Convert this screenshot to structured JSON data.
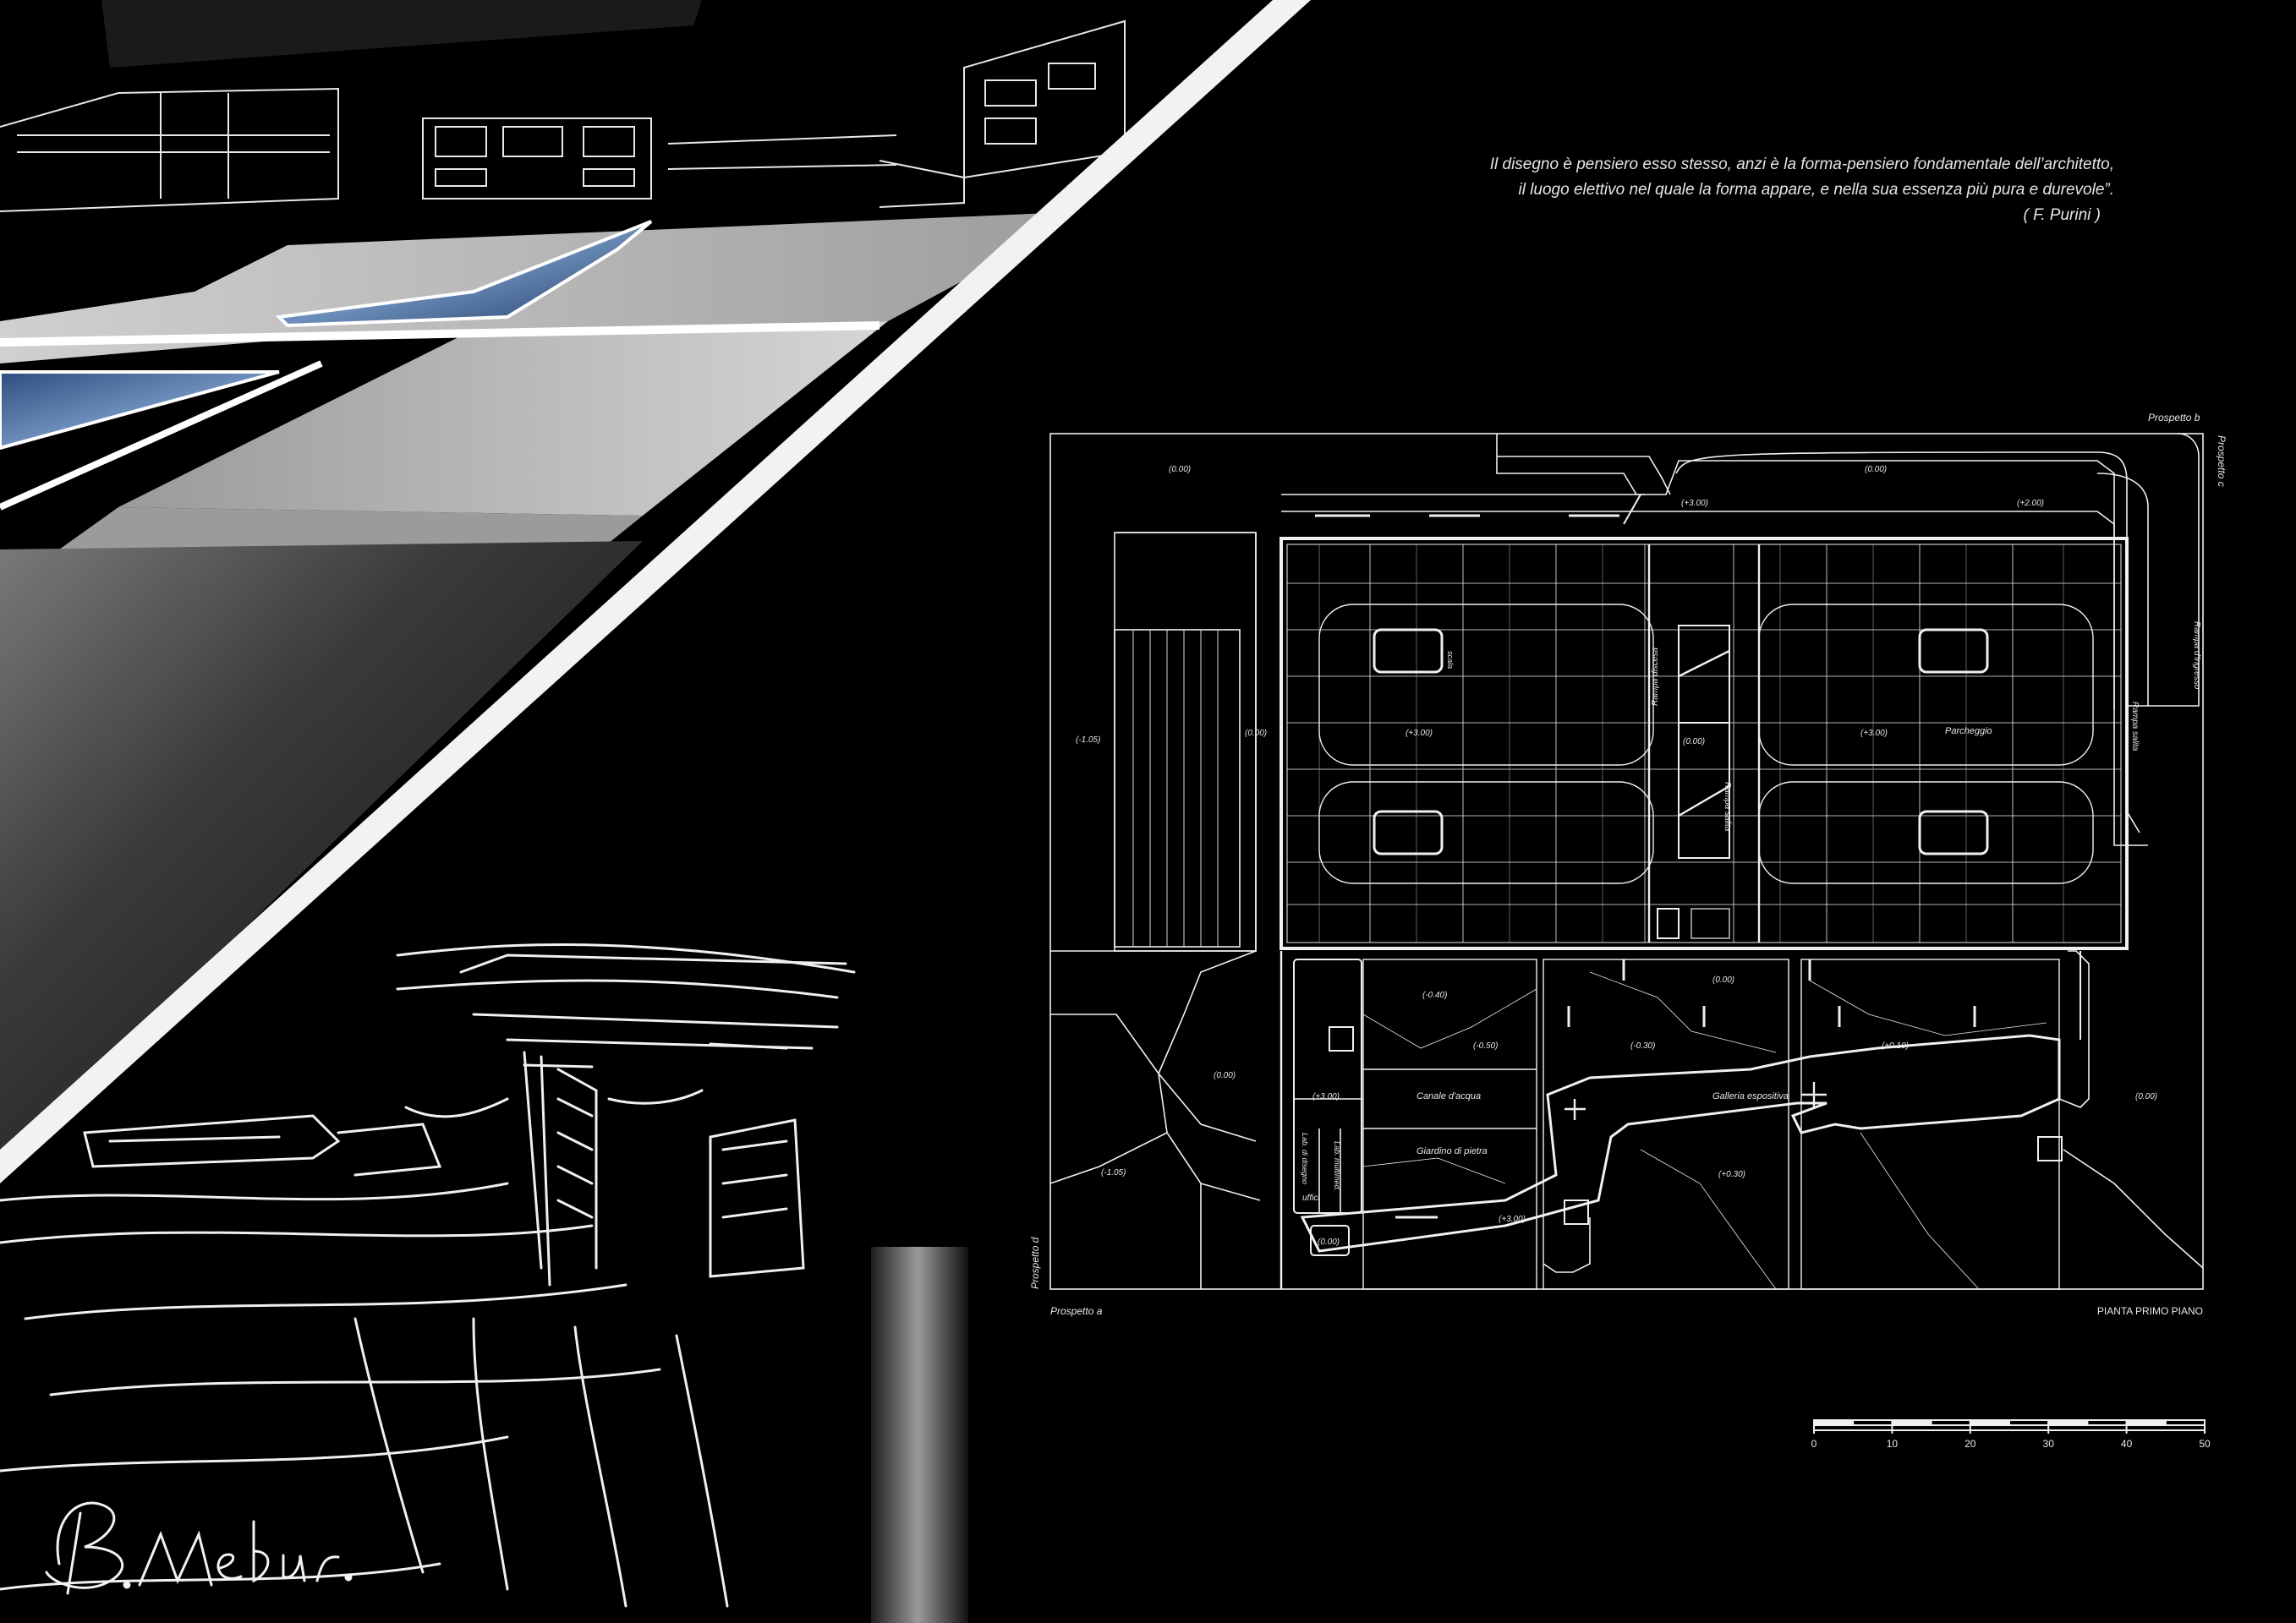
{
  "quote": {
    "line1": "Il disegno è pensiero esso stesso, anzi è la forma-pensiero fondamentale dell’architetto,",
    "line2": "il luogo elettivo nel quale la forma appare, e nella sua essenza  più pura e durevole”.",
    "author": "( F. Purini )"
  },
  "plan": {
    "title": "PIANTA PRIMO PIANO",
    "views": {
      "a": "Prospetto a",
      "b": "Prospetto b",
      "c": "Prospetto c",
      "d": "Prospetto d"
    },
    "rooms": {
      "parcheggio": "Parcheggio",
      "rampa_ingresso": "Rampa d'ingresso",
      "rampa_salita_right": "Rampa salita",
      "rampa_discesa": "Rampa discesa",
      "rampa_salita_center": "Rampa salita",
      "canale": "Canale d'acqua",
      "giardino": "Giardino di pietra",
      "galleria": "Galleria espositiva",
      "uffici": "uffici",
      "lab_multimedia": "Lab. multimed.",
      "lab_disegno": "Lab. di disegno",
      "scala": "scala"
    },
    "levels": {
      "top_left": "(0.00)",
      "top_right": "(0.00)",
      "ramp_left": "(+3.00)",
      "ramp_right": "(+2.00)",
      "far_left": "(-1.05)",
      "left_mid": "(0.00)",
      "park_left": "(+3.00)",
      "park_center": "(0.00)",
      "park_right": "(+3.00)",
      "court_a": "(-0.40)",
      "court_b": "(-0.50)",
      "court_c": "(-0.30)",
      "court_d": "(0.00)",
      "court_e": "(+0.10)",
      "court_f": "(+0.30)",
      "court_g": "(+3.00)",
      "court_h": "(+3.00)",
      "court_i": "(0.00)",
      "lower_left": "(-1.05)",
      "lower_mid": "(0.00)",
      "right_edge": "(0.00)"
    }
  },
  "scale": {
    "ticks": [
      "0",
      "10",
      "20",
      "30",
      "40",
      "50"
    ]
  }
}
